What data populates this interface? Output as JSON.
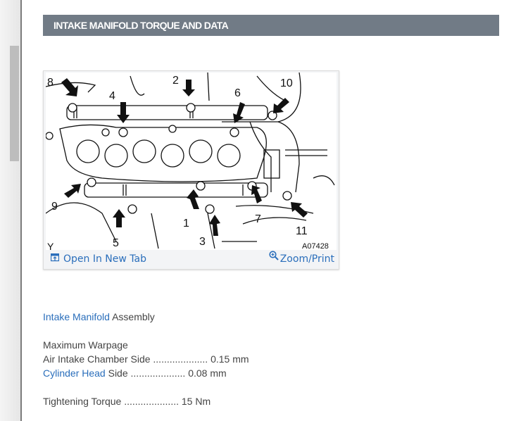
{
  "page": {
    "section_title": "INTAKE MANIFOLD TORQUE AND DATA",
    "colors": {
      "header_bg": "#717b86",
      "link": "#2a6ebb",
      "text": "#444444"
    }
  },
  "figure": {
    "image_id_label": "A07428",
    "corner_label": "Y",
    "callouts": [
      "1",
      "2",
      "3",
      "4",
      "5",
      "6",
      "7",
      "8",
      "9",
      "10",
      "11"
    ],
    "actions": {
      "open_new_tab": {
        "label": "Open In New Tab",
        "icon": "open-new-tab-icon"
      },
      "zoom_print": {
        "label": "Zoom/Print",
        "icon": "magnifier-plus-icon"
      }
    }
  },
  "body": {
    "assembly_link": "Intake Manifold",
    "assembly_suffix": " Assembly",
    "warpage_heading": "Maximum Warpage",
    "air_chamber_row": "Air Intake Chamber Side .................... 0.15 mm",
    "cylinder_head_link": "Cylinder Head",
    "cylinder_head_suffix": " Side .................... 0.08 mm",
    "torque_row": "Tightening Torque .................... 15 Nm"
  }
}
